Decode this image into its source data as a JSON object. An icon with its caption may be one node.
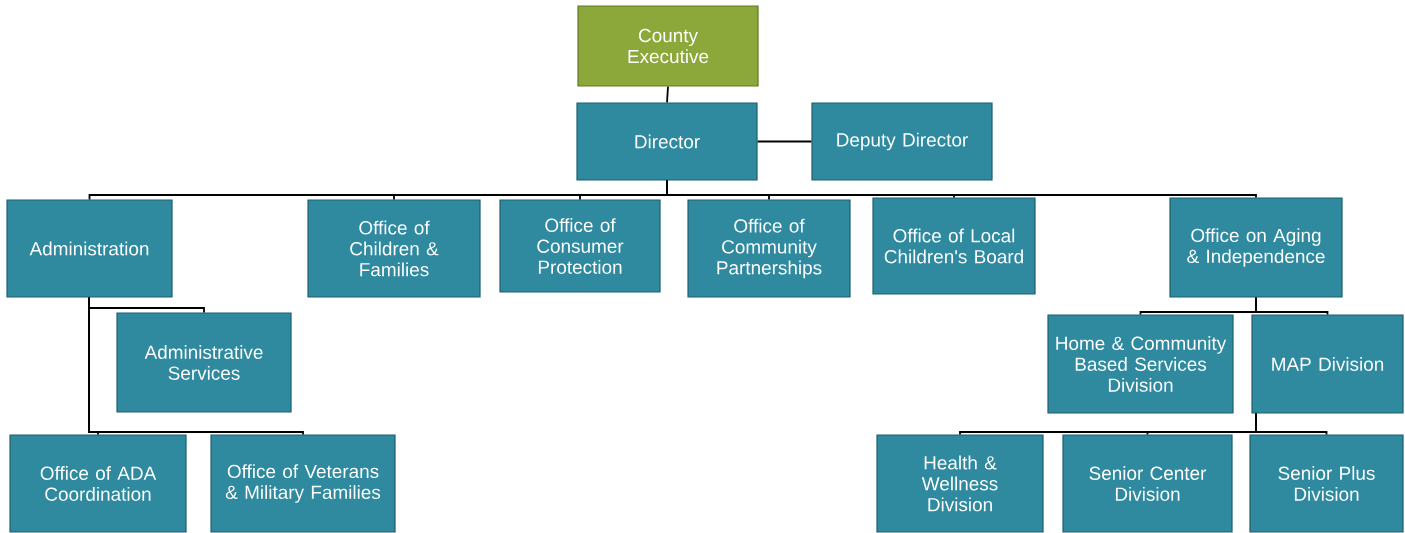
{
  "diagram": {
    "nodes": [
      {
        "text": [
          "County Executive"
        ]
      },
      {
        "text": [
          "Director"
        ]
      },
      {
        "text": [
          "Deputy Director"
        ]
      },
      {
        "text": [
          "Administration"
        ]
      },
      {
        "text": [
          "Office of Children & Families"
        ]
      },
      {
        "text": [
          "Office of Consumer Protection"
        ]
      },
      {
        "text": [
          "Office of Community Partnerships"
        ]
      },
      {
        "text": [
          "Office of Local Children's Board"
        ]
      },
      {
        "text": [
          "Office on Aging & Independence"
        ]
      },
      {
        "text": [
          "Administrative Services"
        ]
      },
      {
        "text": [
          "Office of ADA Coordination"
        ]
      },
      {
        "text": [
          "Office of Veterans & Military Families"
        ]
      },
      {
        "text": [
          "Home & Community Based Services Division"
        ]
      },
      {
        "text": [
          "MAP Division"
        ]
      },
      {
        "text": [
          "Health & Wellness Division"
        ]
      },
      {
        "text": [
          "Senior Center Division"
        ]
      },
      {
        "text": [
          "Senior Plus Division"
        ]
      }
    ],
    "edges": [
      {
        "from": 0,
        "to": 1,
        "arrow": "none"
      },
      {
        "from": 1,
        "to": 2,
        "arrow": "none"
      },
      {
        "from": 1,
        "to": 3,
        "arrow": "none"
      },
      {
        "from": 1,
        "to": 4,
        "arrow": "none"
      },
      {
        "from": 1,
        "to": 5,
        "arrow": "none"
      },
      {
        "from": 1,
        "to": 6,
        "arrow": "none"
      },
      {
        "from": 1,
        "to": 7,
        "arrow": "none"
      },
      {
        "from": 1,
        "to": 8,
        "arrow": "none"
      },
      {
        "from": 3,
        "to": 9,
        "arrow": "none"
      },
      {
        "from": 3,
        "to": 10,
        "arrow": "none"
      },
      {
        "from": 3,
        "to": 11,
        "arrow": "none"
      },
      {
        "from": 8,
        "to": 12,
        "arrow": "none"
      },
      {
        "from": 8,
        "to": 13,
        "arrow": "none"
      },
      {
        "from": 13,
        "to": 14,
        "arrow": "none"
      },
      {
        "from": 13,
        "to": 15,
        "arrow": "none"
      },
      {
        "from": 13,
        "to": 16,
        "arrow": "none"
      }
    ]
  }
}
